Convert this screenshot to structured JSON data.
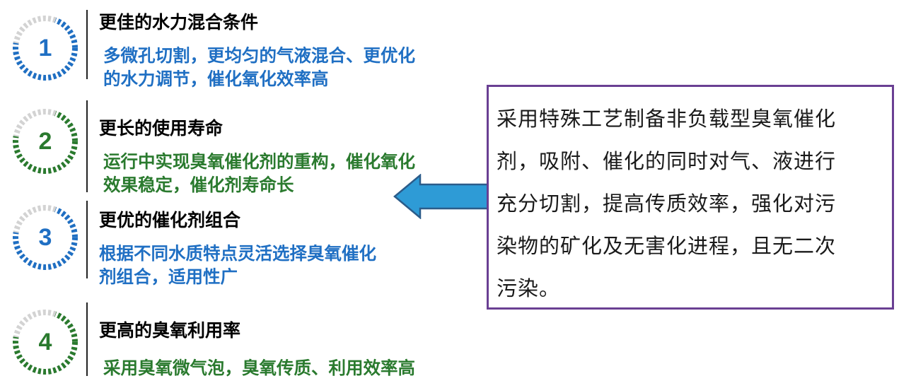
{
  "colors": {
    "blue": "#1f6fc3",
    "green": "#2a7a2e",
    "ring_gray": "#d3d3d3",
    "callout_border": "#6a3f93",
    "arrow_fill": "#2e9bd6",
    "arrow_stroke": "#2b5c8a"
  },
  "items": [
    {
      "number": "1",
      "accent": "blue",
      "title": "更佳的水力混合条件",
      "desc_lines": [
        "多微孔切割，更均匀的气液混合、更优化",
        "的水力调节，催化氧化效率高"
      ]
    },
    {
      "number": "2",
      "accent": "green",
      "title": "更长的使用寿命",
      "desc_lines": [
        "运行中实现臭氧催化剂的重构，催化氧化",
        "效果稳定，催化剂寿命长"
      ]
    },
    {
      "number": "3",
      "accent": "blue",
      "title": "更优的催化剂组合",
      "desc_lines": [
        "根据不同水质特点灵活选择臭氧催化",
        "剂组合，适用性广"
      ]
    },
    {
      "number": "4",
      "accent": "green",
      "title": "更高的臭氧利用率",
      "desc_lines": [
        "采用臭氧微气泡，臭氧传质、利用效率高"
      ]
    }
  ],
  "callout": {
    "lines": [
      "采用特殊工艺制备非负载型臭氧催化",
      "剂，吸附、催化的同时对气、液进行",
      "充分切割，提高传质效率，强化对污",
      "染物的矿化及无害化进程，且无二次",
      "污染。"
    ]
  },
  "arrow": {
    "icon": "left-arrow-icon"
  }
}
